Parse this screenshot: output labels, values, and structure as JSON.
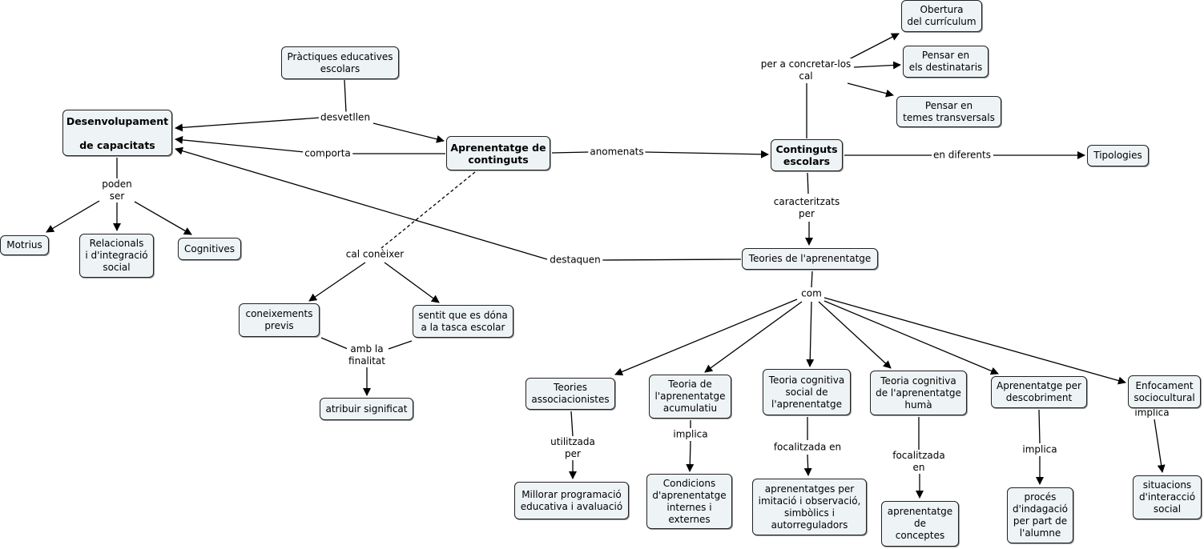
{
  "concepts": {
    "desenvolupament": "Desenvolupament\n\nde capacitats",
    "practiques": "Pràctiques educatives\nescolars",
    "aprenentatge_continguts": "Aprenentatge de\ncontinguts",
    "continguts_escolars": "Continguts\nescolars",
    "obertura": "Obertura\ndel currículum",
    "pensar_destinataris": "Pensar en\nels destinataris",
    "pensar_temes": "Pensar en\ntemes transversals",
    "tipologies": "Tipologies",
    "motrius": "Motrius",
    "relacionals": "Relacionals\ni d'integració\nsocial",
    "cognitives": "Cognitives",
    "coneixements": "coneixements\nprevis",
    "sentit": "sentit que es dóna\na la tasca escolar",
    "atribuir": "atribuir significat",
    "teories_aprenentatge": "Teories de l'aprenentatge",
    "teories_assoc": "Teories\nassociacionistes",
    "teoria_acumulatiu": "Teoria de\nl'aprenentatge\nacumulatiu",
    "teoria_cognitiva_social": "Teoria cognitiva\nsocial de\nl'aprenentatge",
    "teoria_cognitiva_huma": "Teoria cognitiva\nde l'aprenentatge\nhumà",
    "aprenentatge_descobriment": "Aprenentatge per\ndescobriment",
    "enfocament": "Enfocament\nsociocultural",
    "millorar": "Millorar programació\neducativa i avaluació",
    "condicions": "Condicions\nd'aprenentatge\ninternes i\nexternes",
    "imitacio": "aprenentatges per\nimitació i observació,\nsimbòlics i\nautorreguladors",
    "aprenentatge_conceptes": "aprenentatge\nde\nconceptes",
    "proces": "procés\nd'indagació\nper part de\nl'alumne",
    "situacions": "situacions\nd'interacció\nsocial"
  },
  "links": {
    "desvetllen": "desvetllen",
    "comporta": "comporta",
    "anomenats": "anomenats",
    "per_concretar": "per a concretar-los\ncal",
    "en_diferents": "en diferents",
    "caracteritzats": "caracteritzats\nper",
    "poden_ser": "poden\nser",
    "cal_coneixer": "cal conèixer",
    "amb_finalitat": "amb la\nfinalitat",
    "destaquen": "destaquen",
    "com": "com",
    "utilitzada": "utilitzada\nper",
    "implica_1": "implica",
    "focalitzada_1": "focalitzada en",
    "focalitzada_2": "focalitzada\nen",
    "implica_2": "implica",
    "implica_3": "implica"
  },
  "colors": {
    "node_fill": "#eef3f5",
    "border": "#222222",
    "line": "#000000"
  }
}
